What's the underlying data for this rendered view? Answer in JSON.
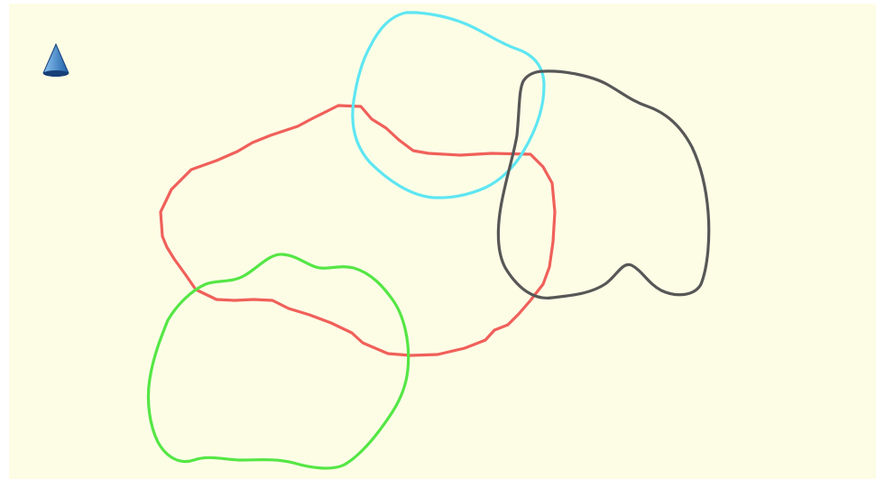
{
  "canvas": {
    "background": "#fdfde6",
    "frame": "#ffffff"
  },
  "tool_icon": {
    "icon": "cone-icon",
    "colors": {
      "light": "#8cc4f0",
      "dark": "#1e5fa8",
      "base": "#163f78"
    }
  },
  "shapes": [
    {
      "id": "red-loop",
      "color": "#f0605a"
    },
    {
      "id": "cyan-loop",
      "color": "#5ee6f2"
    },
    {
      "id": "black-loop",
      "color": "#575757"
    },
    {
      "id": "green-loop",
      "color": "#55e645"
    }
  ]
}
